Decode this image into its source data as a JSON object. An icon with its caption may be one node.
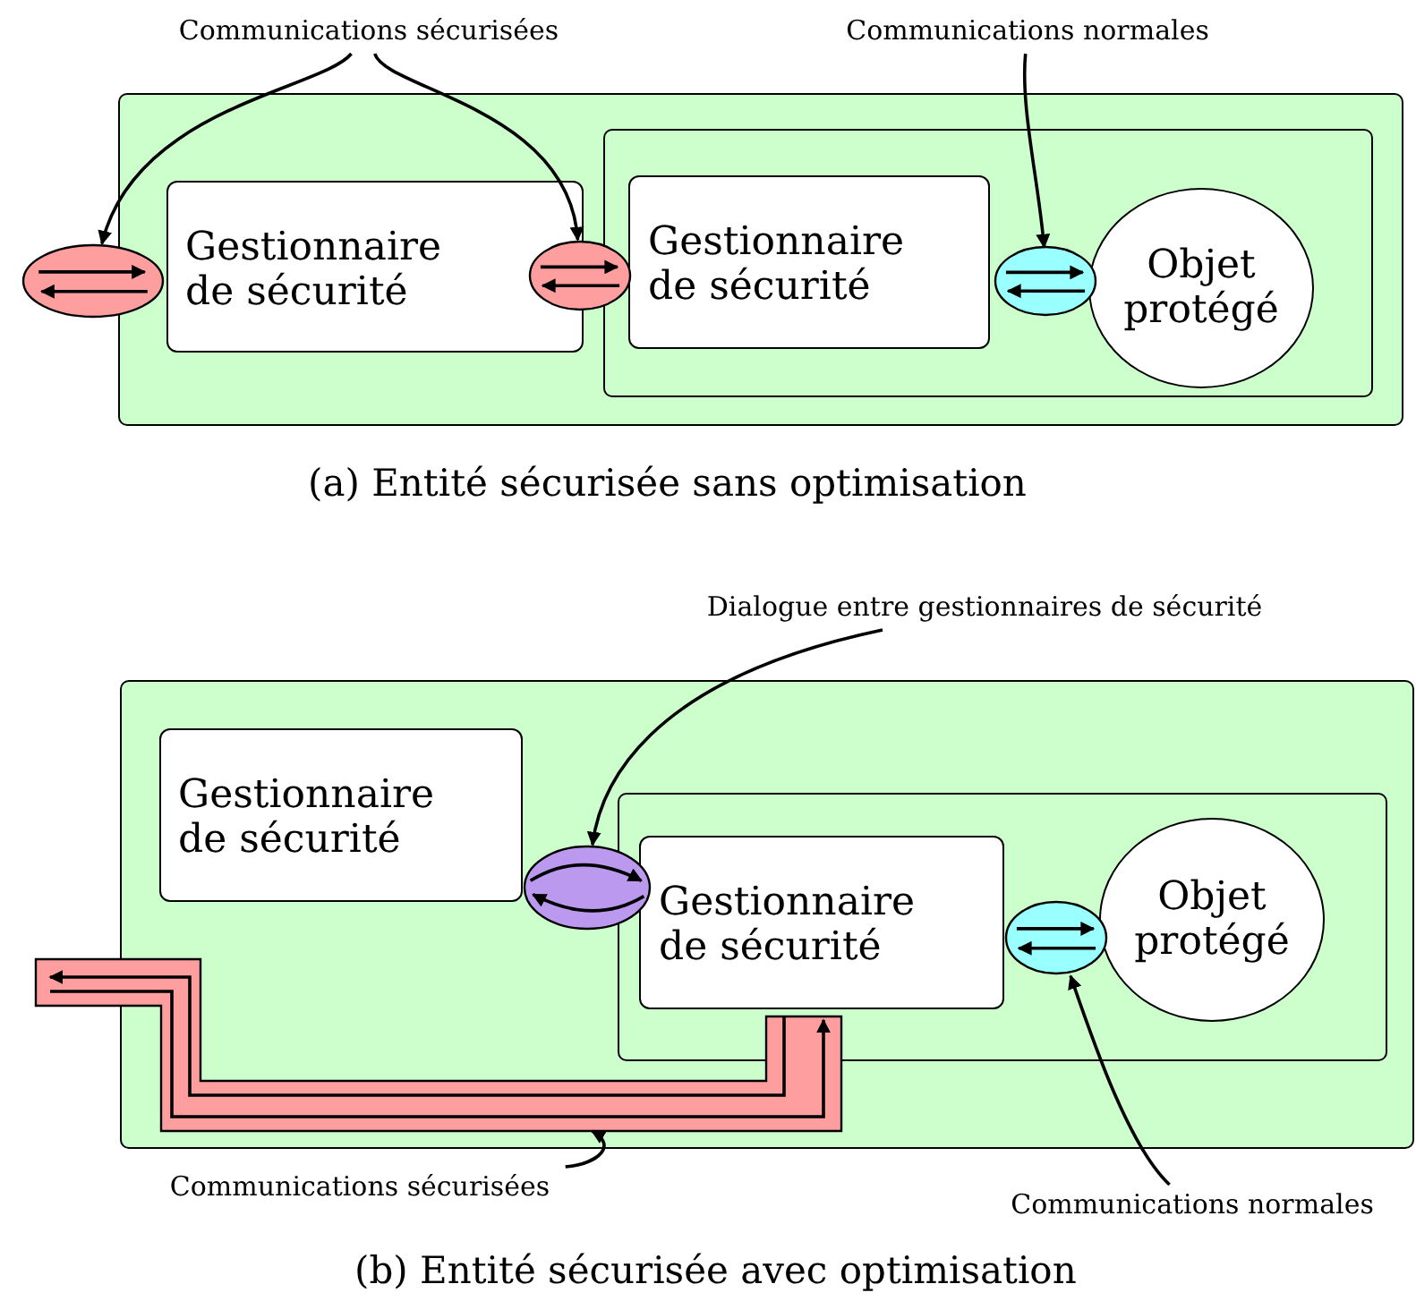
{
  "diagram": {
    "nodes": [
      {
        "text": [],
        "shape": "box"
      },
      {
        "text": [
          "Gestionnaire de sécurité"
        ],
        "in": 0
      },
      {
        "text": [],
        "shape": "box",
        "in": 0
      },
      {
        "text": [
          "Gestionnaire de sécurité"
        ],
        "in": 2
      },
      {
        "text": [
          "Objet protégé"
        ],
        "in": 2
      },
      {
        "text": [],
        "shape": "ellipse"
      },
      {
        "text": [],
        "shape": "ellipse",
        "in": 0
      },
      {
        "text": [],
        "shape": "ellipse",
        "in": 2
      },
      {
        "text": [
          "Communications sécurisées"
        ]
      },
      {
        "text": [
          "Communications normales"
        ]
      },
      {
        "text": [],
        "shape": "box"
      },
      {
        "text": [
          "Gestionnaire de sécurité"
        ],
        "in": 10
      },
      {
        "text": [],
        "shape": "box",
        "in": 10
      },
      {
        "text": [
          "Gestionnaire de sécurité"
        ],
        "in": 12
      },
      {
        "text": [
          "Objet protégé"
        ],
        "in": 12
      },
      {
        "text": [],
        "shape": "ellipse",
        "in": 10
      },
      {
        "text": [],
        "shape": "ellipse",
        "in": 12
      },
      {
        "text": [],
        "shape": "pipe"
      },
      {
        "text": [
          "Dialogue entre gestionnaires de sécurité"
        ]
      },
      {
        "text": [
          "Communications sécurisées"
        ]
      },
      {
        "text": [
          "Communications normales"
        ]
      }
    ],
    "edges": [
      {
        "from": 8,
        "to": 5,
        "arrow": "to"
      },
      {
        "from": 8,
        "to": 6,
        "arrow": "to"
      },
      {
        "from": 9,
        "to": 7,
        "arrow": "to"
      },
      {
        "from": 18,
        "to": 15,
        "arrow": "to"
      },
      {
        "from": 19,
        "to": 17,
        "arrow": "to"
      },
      {
        "from": 20,
        "to": 16,
        "arrow": "to"
      }
    ],
    "labels": [
      "(a) Entité sécurisée sans optimisation",
      "(b) Entité sécurisée avec optimisation"
    ]
  }
}
